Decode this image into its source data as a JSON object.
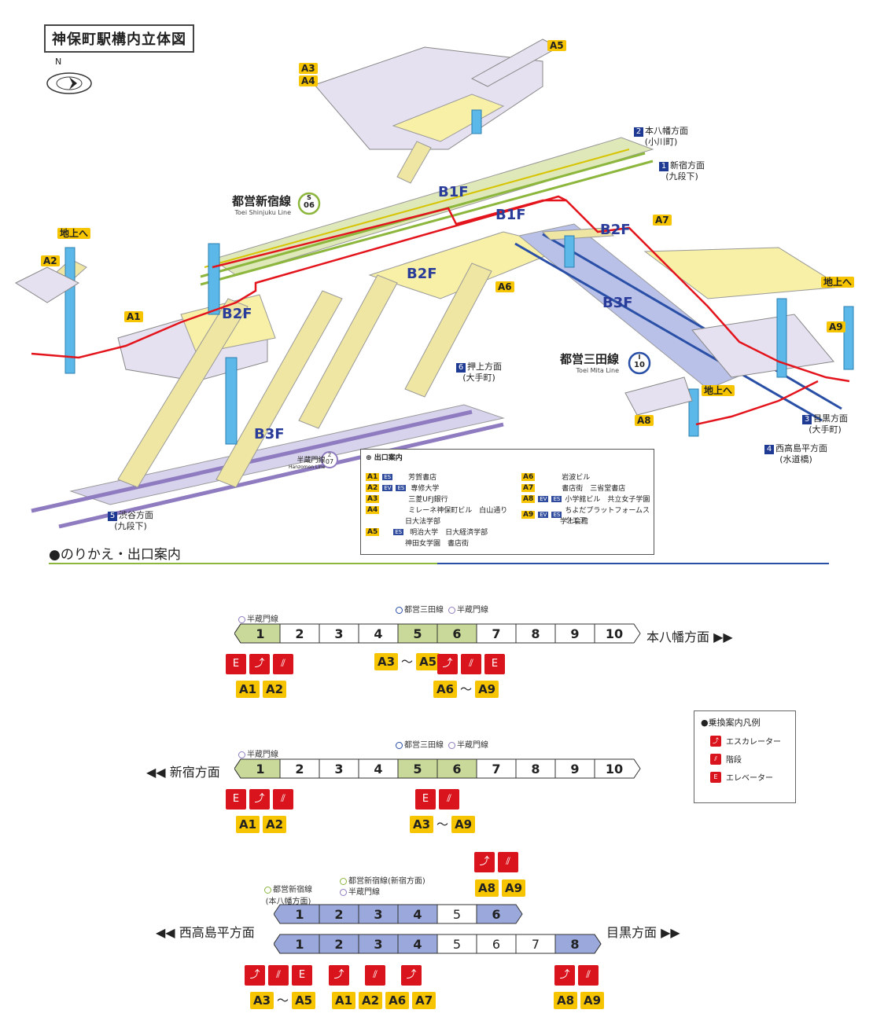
{
  "title": "神保町駅構内立体図",
  "compass": "N",
  "floors": {
    "b1f_a": "B1F",
    "b1f_b": "B1F",
    "b2f_a": "B2F",
    "b2f_b": "B2F",
    "b2f_c": "B2F",
    "b3f_a": "B3F",
    "b3f_b": "B3F"
  },
  "lines": {
    "shinjuku": {
      "name": "都営新宿線",
      "en": "Toei Shinjuku Line",
      "code_top": "S",
      "code_num": "06"
    },
    "mita": {
      "name": "都営三田線",
      "en": "Toei Mita Line",
      "code_top": "I",
      "code_num": "10"
    },
    "hanzomon": {
      "name": "半蔵門線",
      "en": "Hanzomon Line",
      "code_top": "Z",
      "code_num": "07"
    }
  },
  "directions": {
    "d2": {
      "num": "2",
      "l1": "本八幡方面",
      "l2": "(小川町)"
    },
    "d1": {
      "num": "1",
      "l1": "新宿方面",
      "l2": "(九段下)"
    },
    "d6": {
      "num": "6",
      "l1": "押上方面",
      "l2": "(大手町)"
    },
    "d5": {
      "num": "5",
      "l1": "渋谷方面",
      "l2": "(九段下)"
    },
    "d3": {
      "num": "3",
      "l1": "目黒方面",
      "l2": "(大手町)"
    },
    "d4": {
      "num": "4",
      "l1": "西高島平方面",
      "l2": "(水道橋)"
    }
  },
  "ground_labels": {
    "left": "地上へ",
    "right": "地上へ",
    "bottom": "地上へ"
  },
  "exits_map": [
    "A1",
    "A2",
    "A3",
    "A4",
    "A5",
    "A6",
    "A7",
    "A8",
    "A9"
  ],
  "exit_guide": {
    "header": "出口案内",
    "rows": [
      {
        "id": "A1",
        "ev": "",
        "es": "ES",
        "text": "芳賀書店"
      },
      {
        "id": "A2",
        "ev": "EV",
        "es": "ES",
        "text": "専修大学"
      },
      {
        "id": "A3",
        "ev": "",
        "es": "",
        "text": "三菱UFJ銀行"
      },
      {
        "id": "A4",
        "ev": "",
        "es": "",
        "text": "ミレーネ神保町ビル　白山通り"
      },
      {
        "id": "",
        "ev": "",
        "es": "",
        "text": "日大法学部"
      },
      {
        "id": "A5",
        "ev": "",
        "es": "ES",
        "text": "明治大学　日大経済学部"
      },
      {
        "id": "",
        "ev": "",
        "es": "",
        "text": "神田女学園　書店街"
      },
      {
        "id": "A6",
        "ev": "",
        "es": "",
        "text": "岩波ビル"
      },
      {
        "id": "A7",
        "ev": "",
        "es": "",
        "text": "書店街　三省堂書店"
      },
      {
        "id": "A8",
        "ev": "EV",
        "es": "ES",
        "text": "小学館ビル　共立女子学園"
      },
      {
        "id": "A9",
        "ev": "EV",
        "es": "ES",
        "text": "ちよだプラットフォームスクエア"
      },
      {
        "id": "",
        "ev": "",
        "es": "",
        "text": "学士会館"
      }
    ]
  },
  "transfer_section_title": "●のりかえ・出口案内",
  "cars_10": [
    "1",
    "2",
    "3",
    "4",
    "5",
    "6",
    "7",
    "8",
    "9",
    "10"
  ],
  "train1": {
    "direction": "本八幡方面 ▶▶",
    "note_hanzomon_a": "半蔵門線",
    "note_mita": "都営三田線",
    "note_hanzomon_b": "半蔵門線",
    "group1_exits": [
      "A1",
      "A2"
    ],
    "group2_range": [
      "A3",
      "〜",
      "A5"
    ],
    "group3_range": [
      "A6",
      "〜",
      "A9"
    ]
  },
  "train2": {
    "direction": "◀◀ 新宿方面",
    "note_hanzomon_a": "半蔵門線",
    "note_mita": "都営三田線",
    "note_hanzomon_b": "半蔵門線",
    "group1_exits": [
      "A1",
      "A2"
    ],
    "group2_range": [
      "A3",
      "〜",
      "A9"
    ]
  },
  "legend": {
    "title": "●乗換案内凡例",
    "escalator": "エスカレーター",
    "stairs": "階段",
    "elevator": "エレベーター"
  },
  "mita_trains": {
    "left_dir": "◀◀ 西高島平方面",
    "right_dir": "目黒方面 ▶▶",
    "note_shinjuku_a1": "都営新宿線",
    "note_shinjuku_a2": "(本八幡方面)",
    "note_shinjuku_b": "都営新宿線(新宿方面)",
    "note_hanzomon": "半蔵門線",
    "top_cars": [
      "1",
      "2",
      "3",
      "4",
      "5",
      "6"
    ],
    "bottom_cars": [
      "1",
      "2",
      "3",
      "4",
      "5",
      "6",
      "7",
      "8"
    ],
    "top_right_exits": [
      "A8",
      "A9"
    ],
    "bottom_g1": [
      "A3",
      "〜",
      "A5"
    ],
    "bottom_g2": [
      "A1",
      "A2",
      "A6",
      "A7"
    ],
    "bottom_g3": [
      "A8",
      "A9"
    ]
  },
  "icons": {
    "esc": "escalator-icon",
    "stairs": "stairs-icon",
    "elev": "elevator-icon"
  },
  "colors": {
    "shinjuku": "#8cb63c",
    "mita": "#2a4fa6",
    "hanzomon": "#8f7cc0",
    "exit": "#f6c400",
    "route": "#e3141c",
    "elev": "#5bb8e8"
  }
}
